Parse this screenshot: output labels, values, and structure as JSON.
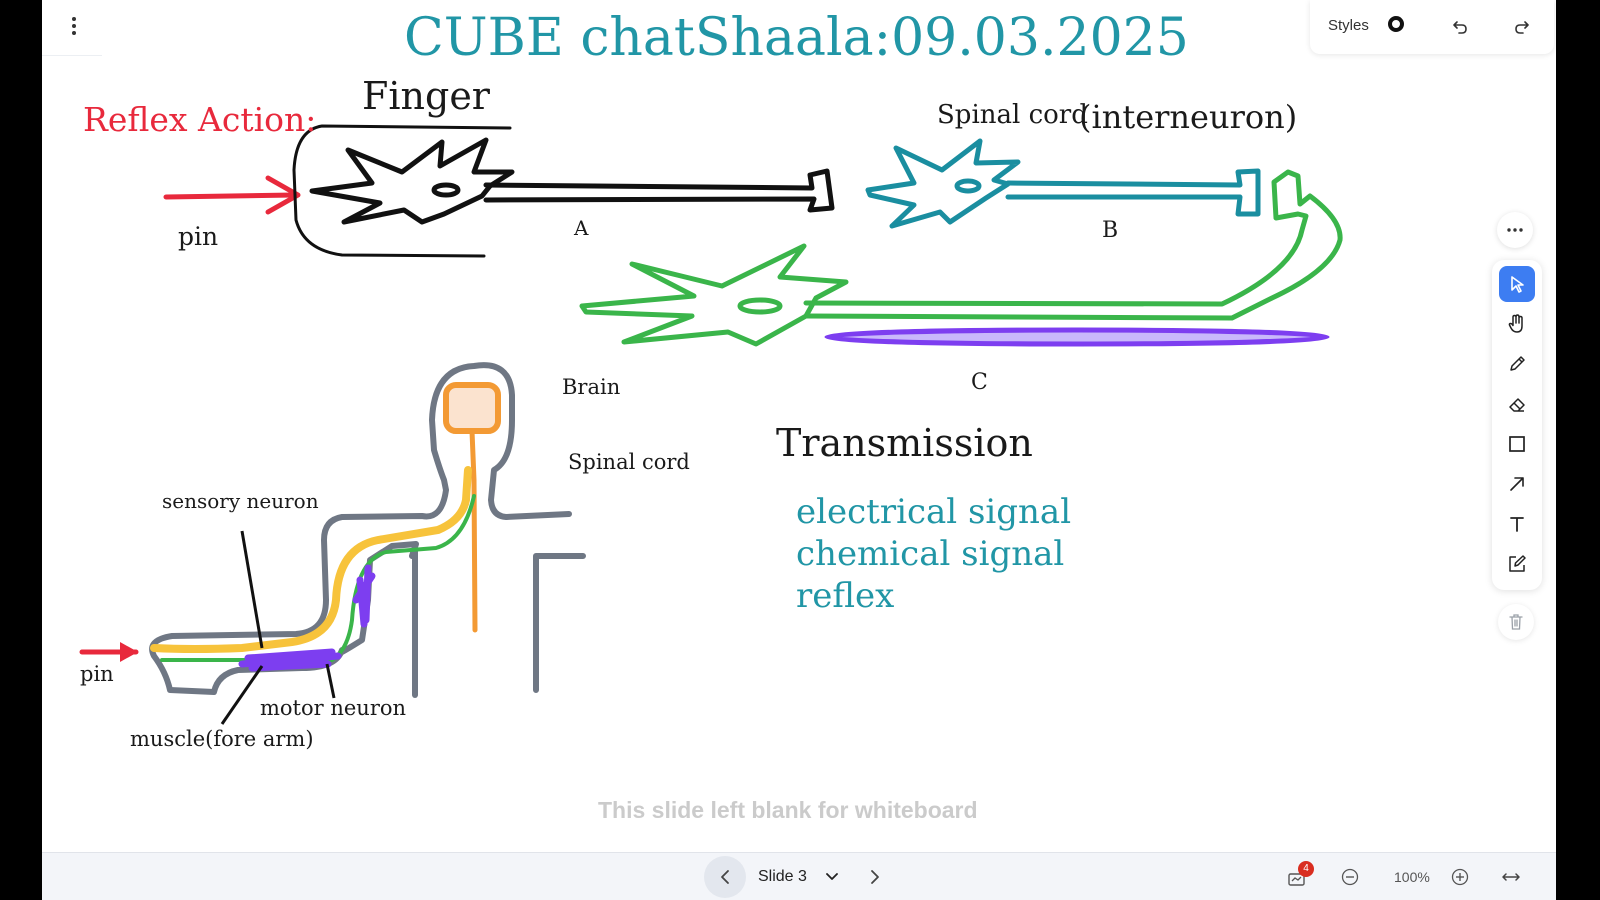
{
  "board": {
    "title": "CUBE chatShaala:09.03.2025",
    "reflex_heading": "Reflex Action:",
    "finger_label": "Finger",
    "pin_label_top": "pin",
    "neuron_a_label": "A",
    "spinal_cord_interneuron": "Spinal cord",
    "interneuron_paren": "(interneuron)",
    "neuron_b_label": "B",
    "neuron_c_label": "C",
    "brain_label": "Brain",
    "spinal_cord_label": "Spinal cord",
    "sensory_neuron_label": "sensory neuron",
    "pin_label_bottom": "pin",
    "motor_neuron_label": "motor neuron",
    "muscle_label": "muscle(fore arm)",
    "transmission_heading": "Transmission",
    "transmission_items": [
      "electrical signal",
      "chemical signal",
      "reflex"
    ],
    "placeholder_text": "This slide left blank for whiteboard"
  },
  "top_toolbar": {
    "styles_label": "Styles",
    "icons": [
      "styles-circle-icon",
      "undo-icon",
      "redo-icon"
    ]
  },
  "side_toolbar": {
    "tools": [
      "more-icon",
      "select-icon",
      "hand-icon",
      "pencil-icon",
      "eraser-icon",
      "rectangle-icon",
      "arrow-icon",
      "text-icon",
      "note-icon",
      "trash-icon"
    ],
    "active_tool": "select-icon"
  },
  "footer": {
    "slide_label": "Slide 3",
    "notification_count": "4",
    "zoom_label": "100%"
  },
  "colors": {
    "title": "#2196a6",
    "reflex": "#e8293c",
    "black_neuron": "#111111",
    "interneuron": "#1a8ea0",
    "motor_green": "#3ab54a",
    "purple": "#7d3ef0",
    "sensory_yellow": "#f7c33b",
    "brain_orange": "#f39a34",
    "body_gray": "#6f7784",
    "active_tool": "#3d7df2"
  }
}
